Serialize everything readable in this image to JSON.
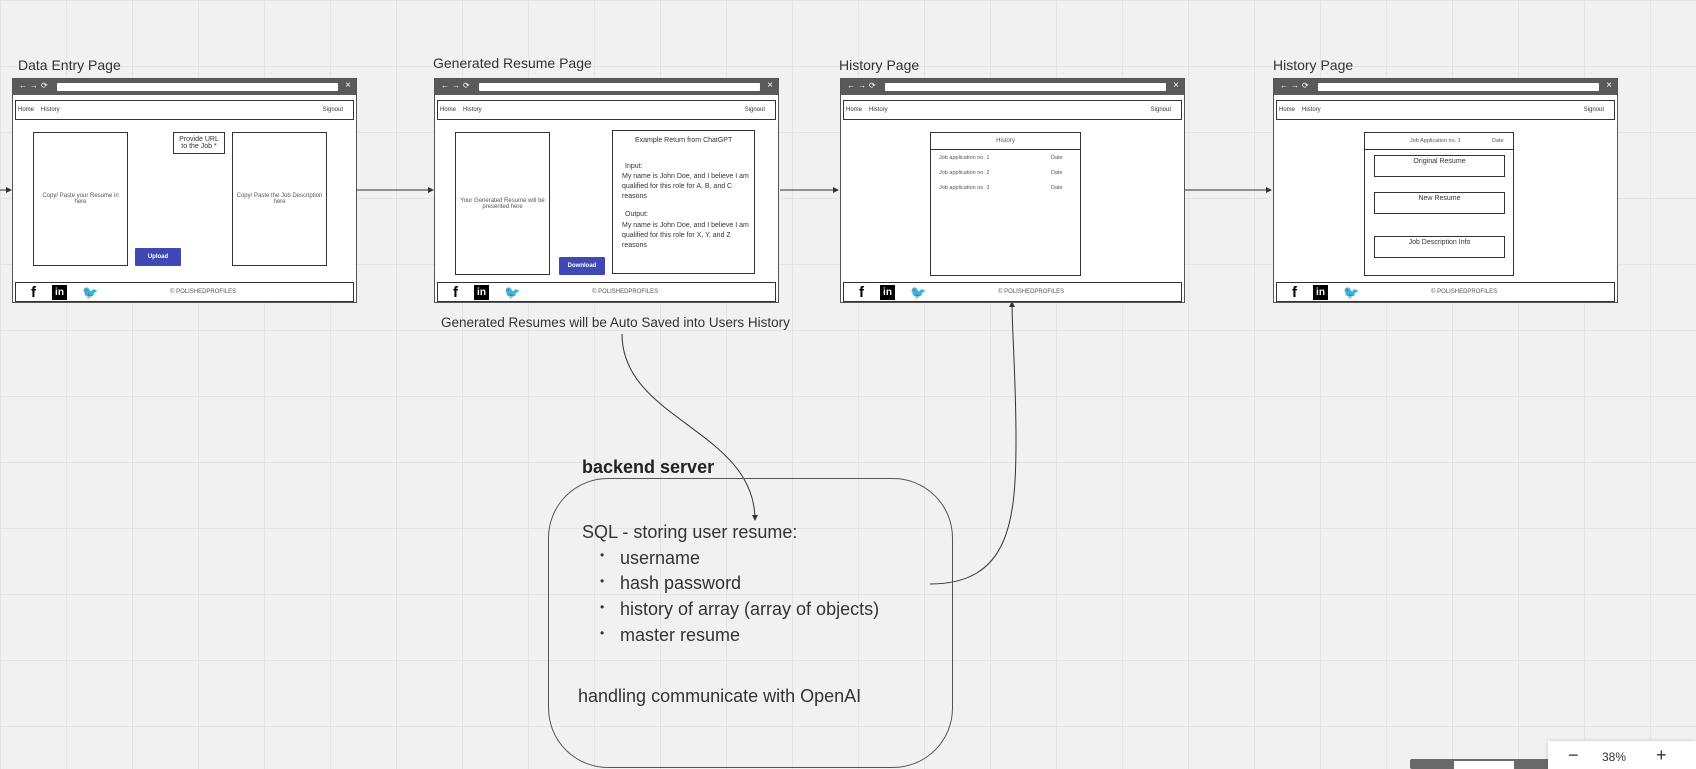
{
  "frames": [
    {
      "title": "Data Entry Page"
    },
    {
      "title": "Generated Resume Page"
    },
    {
      "title": "History Page"
    },
    {
      "title": "History Page"
    }
  ],
  "browser": {
    "home": "Home",
    "history": "History",
    "signout": "Signout",
    "footer": "© POLISHEDPROFILES"
  },
  "data_entry": {
    "resume_box": "Copy/ Paste your Resume in here",
    "url_box": "Provide URL to the Job *",
    "upload": "Upload",
    "job_box": "Copy/ Paste the Job Description here"
  },
  "generated": {
    "resume_box": "Your Generated Resume will be presented here",
    "download": "Download",
    "example_title": "Example Return from ChatGPT",
    "input_label": "Input:",
    "input_text": "My name is John Doe, and I believe I am qualified for this role for A, B, and C reasons",
    "output_label": "Output:",
    "output_text": "My name is John Doe, and I believe I am qualified for this role for X, Y, and Z reasons"
  },
  "history": {
    "header": "History",
    "rows": [
      {
        "name": "Job application no. 1",
        "date": "Date"
      },
      {
        "name": "Job application no. 2",
        "date": "Date"
      },
      {
        "name": "Job application no. 3",
        "date": "Date"
      }
    ]
  },
  "history_detail": {
    "header": "Job Application no. 1",
    "date": "Date",
    "original": "Original Resume",
    "new": "New Resume",
    "job": "Job Description Info"
  },
  "note": "Generated Resumes will be Auto Saved into Users History",
  "backend": {
    "title": "backend server",
    "sql": "SQL - storing user resume:",
    "items": [
      "username",
      "hash password",
      "history of array (array of objects)",
      "master resume"
    ],
    "openai": "handling communicate with OpenAI"
  },
  "zoom": {
    "minus": "−",
    "level": "38%",
    "plus": "+"
  }
}
